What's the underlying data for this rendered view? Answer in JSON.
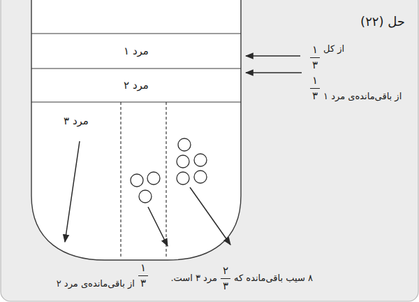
{
  "diagram": {
    "title": "حل (۲۲)",
    "nodes": [
      {
        "text": [
          "مرد ۱"
        ]
      },
      {
        "text": [
          "مرد ۲"
        ]
      },
      {
        "text": [
          "مرد ۳"
        ]
      }
    ],
    "labels": [
      "۱",
      "۳",
      "از کل",
      "۱",
      "۳",
      "از باقی‌مانده‌ی مرد ۱",
      "۱",
      "۳",
      "از باقی‌مانده‌ی مرد ۲",
      "۸ سیب باقی‌مانده که",
      "۲",
      "۳",
      "مرد ۳ است."
    ]
  }
}
